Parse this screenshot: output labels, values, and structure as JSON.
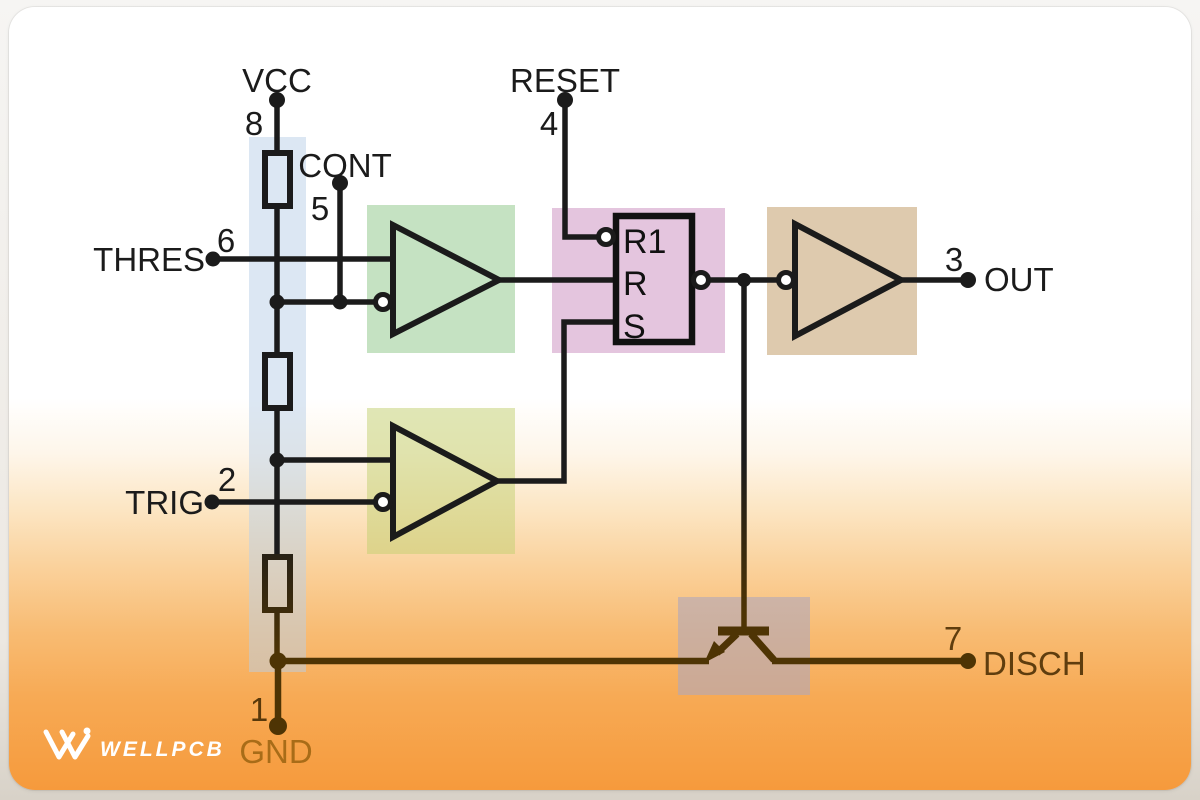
{
  "diagram_labels": {
    "pins": {
      "vcc": {
        "name": "VCC",
        "number": "8"
      },
      "cont": {
        "name": "CONT",
        "number": "5"
      },
      "thres": {
        "name": "THRES",
        "number": "6"
      },
      "trig": {
        "name": "TRIG",
        "number": "2"
      },
      "reset": {
        "name": "RESET",
        "number": "4"
      },
      "out": {
        "name": "OUT",
        "number": "3"
      },
      "disch": {
        "name": "DISCH",
        "number": "7"
      },
      "gnd": {
        "name": "GND",
        "number": "1"
      }
    },
    "latch": {
      "input_top": "R1",
      "input_mid": "R",
      "input_bottom": "S"
    }
  },
  "logo": {
    "text": "WELLPCB"
  },
  "colors": {
    "wire_black": "#1b1b1b",
    "wire_brown": "#4e3404",
    "gnd_text": "#a86c18",
    "disch_text": "#5f3d0e",
    "highlight_divider_blue": "rgba(185,207,231,0.5)",
    "highlight_comp1_green": "rgba(150,202,144,0.55)",
    "highlight_comp2_olive": "rgba(193,207,111,0.5)",
    "highlight_latch_pink": "rgba(201,139,189,0.5)",
    "highlight_buffer_tan": "rgba(189,149,93,0.5)",
    "highlight_transistor_mauve": "rgba(178,168,185,0.62)",
    "card_gradient_bottom": "#f69a3c"
  }
}
